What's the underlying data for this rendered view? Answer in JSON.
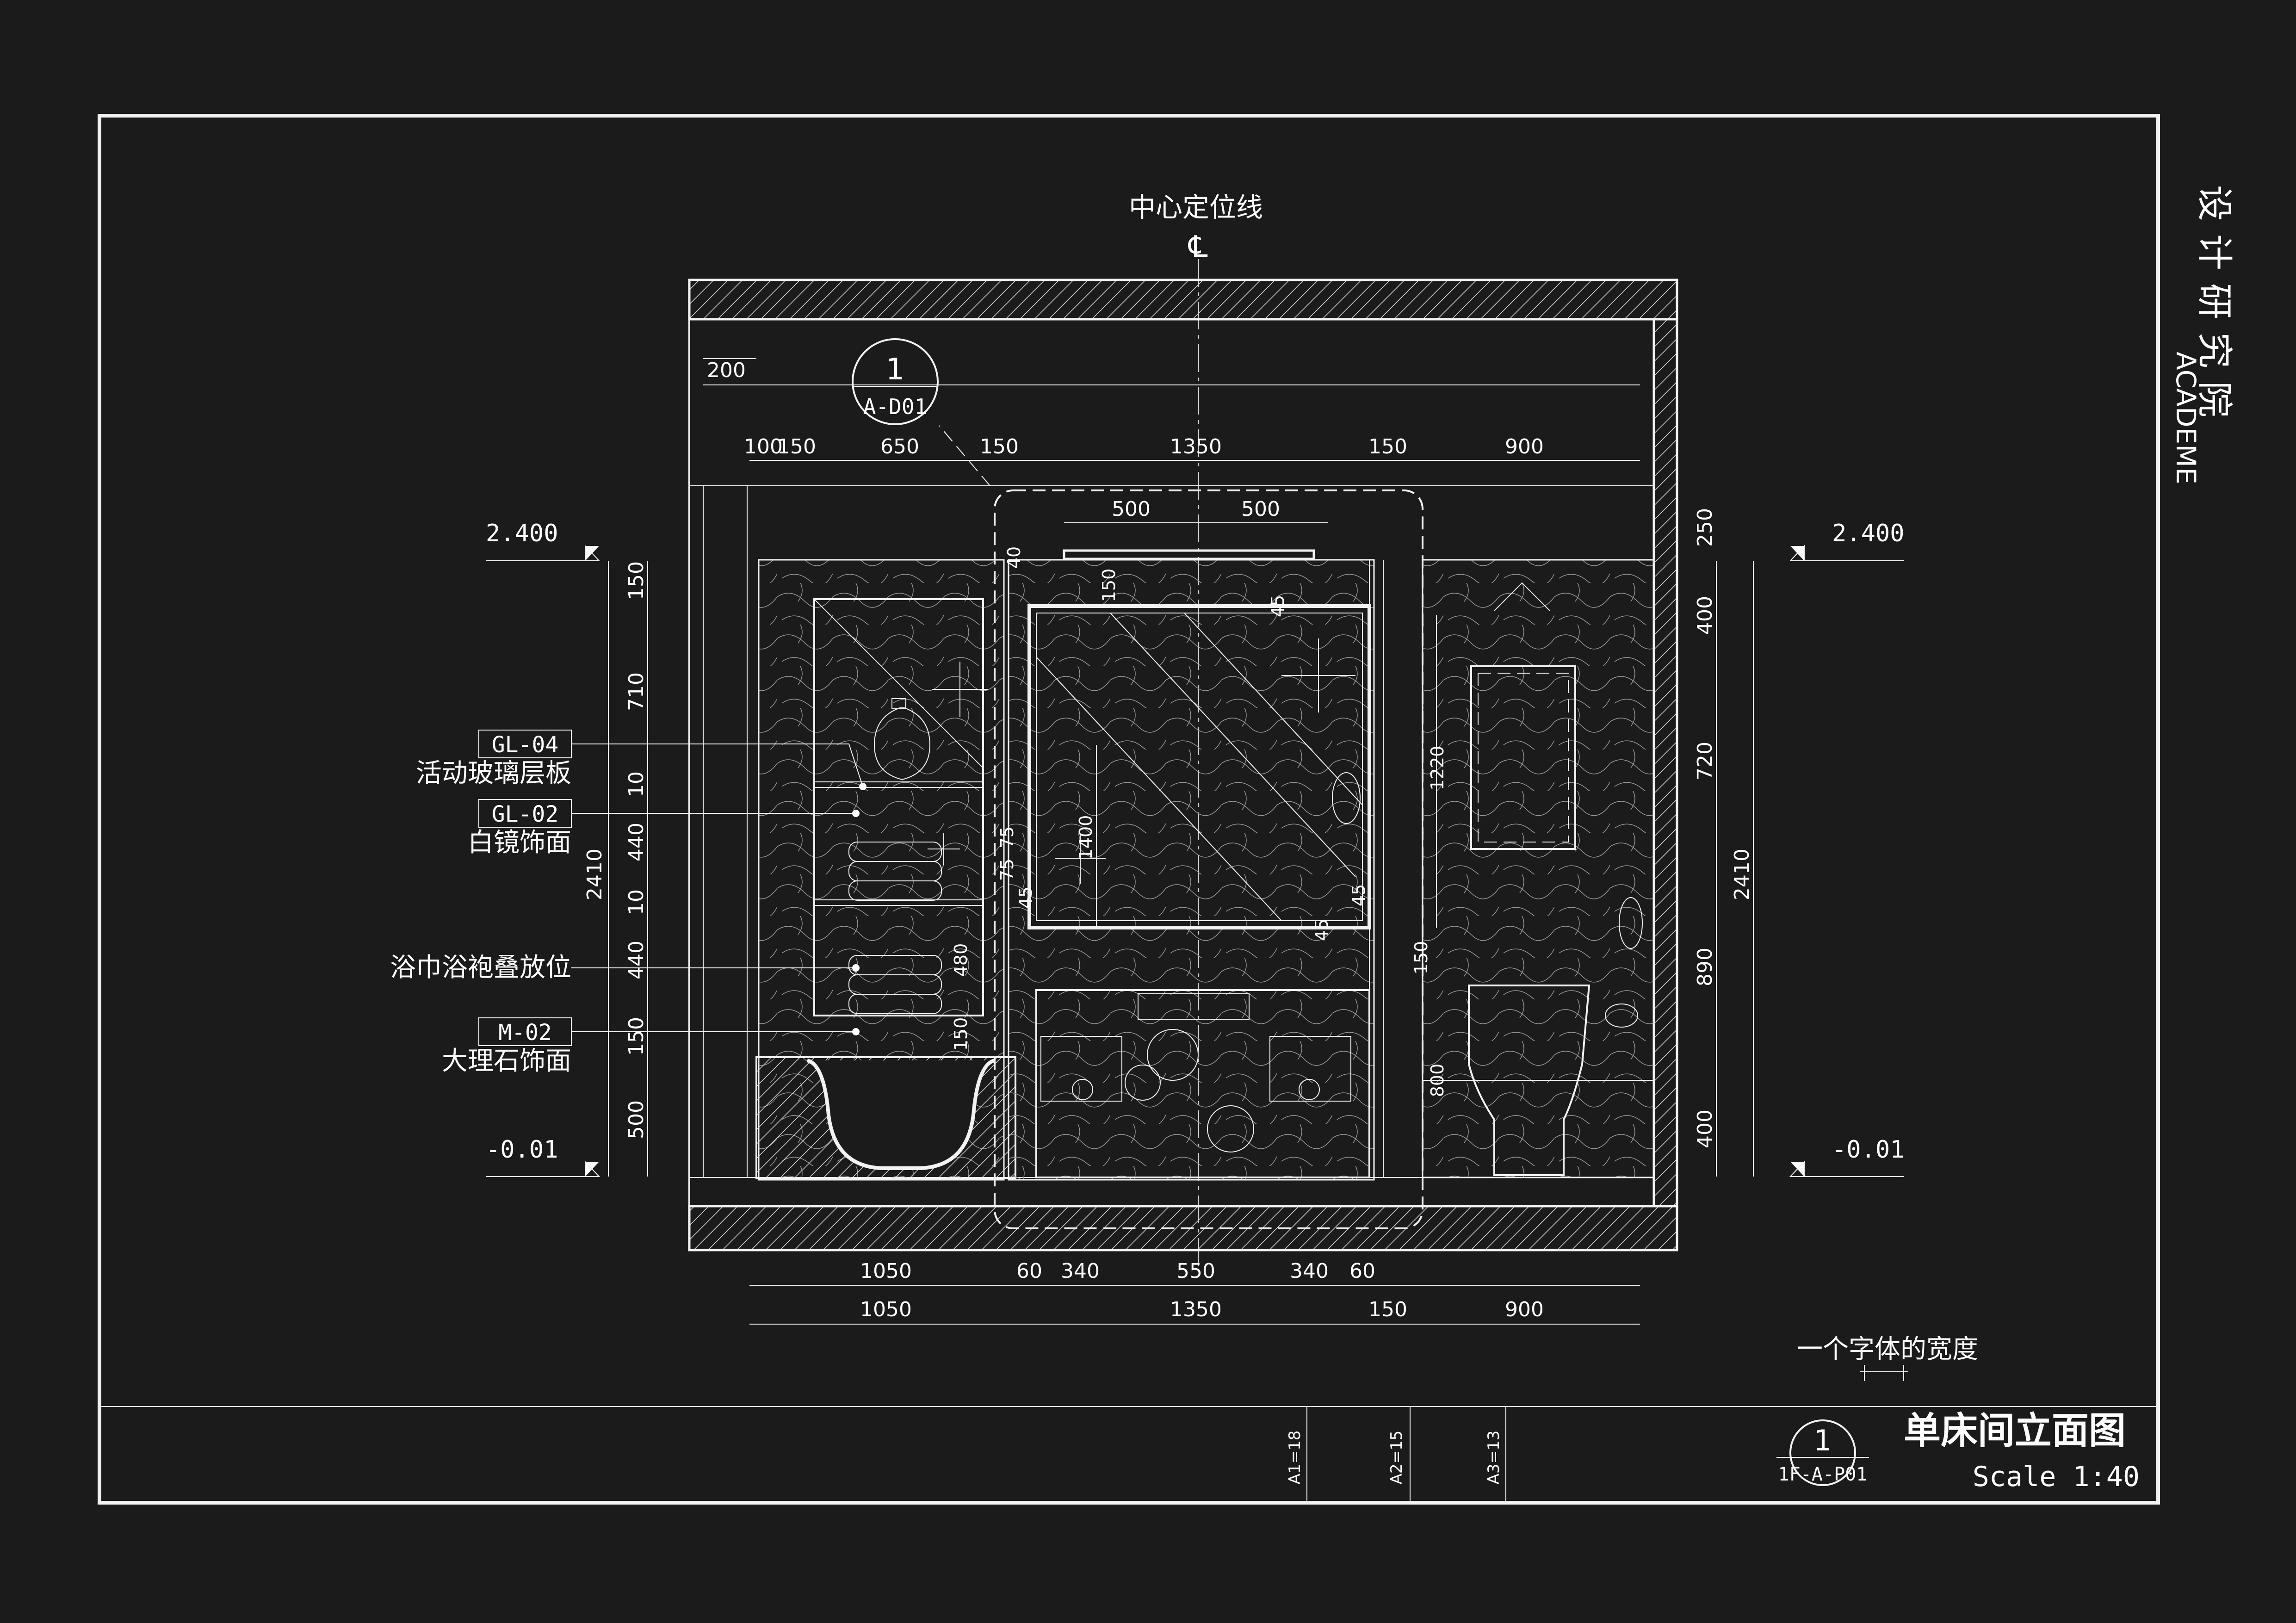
{
  "sheet": {
    "org_cn": "设计研究院",
    "org_en": "ACADEME",
    "center_line_label": "中心定位线",
    "center_line_symbol": "℄",
    "font_width_note": "一个字体的宽度"
  },
  "detail_ref": {
    "number": "1",
    "sheet": "A-D01"
  },
  "levels": {
    "top": "2.400",
    "bottom": "-0.01"
  },
  "callouts": [
    {
      "code": "GL-04",
      "desc": "活动玻璃层板"
    },
    {
      "code": "GL-02",
      "desc": "白镜饰面"
    },
    {
      "code": "",
      "desc": "浴巾浴袍叠放位"
    },
    {
      "code": "M-02",
      "desc": "大理石饰面"
    }
  ],
  "dims": {
    "top_offset": "200",
    "top_row": [
      "100",
      "150",
      "650",
      "150",
      "1350",
      "150",
      "900"
    ],
    "mirror": [
      "500",
      "500"
    ],
    "left_v": [
      "150",
      "710",
      "10",
      "440",
      "10",
      "440",
      "150",
      "500"
    ],
    "left_total": "2410",
    "right_v": [
      "250",
      "400",
      "720",
      "890",
      "400"
    ],
    "right_total": "2410",
    "bottom_row1": [
      "1050",
      "60",
      "340",
      "550",
      "340",
      "60"
    ],
    "bottom_row2": [
      "1050",
      "1350",
      "150",
      "900"
    ],
    "inner": [
      "40",
      "150",
      "45",
      "75",
      "75",
      "45",
      "1400",
      "480",
      "150",
      "45",
      "45",
      "1220",
      "150",
      "800"
    ]
  },
  "title_block": {
    "ref_number": "1",
    "ref_sheet": "1F-A-P01",
    "title": "单床间立面图",
    "scale": "Scale 1:40",
    "sizes": [
      "A1=18",
      "A2=15",
      "A3=13"
    ]
  }
}
